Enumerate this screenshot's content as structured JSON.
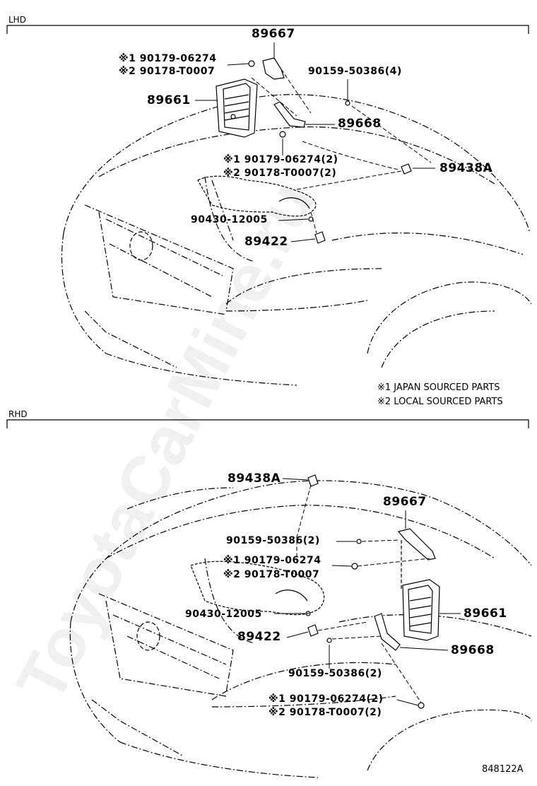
{
  "sections": {
    "lhd": "LHD",
    "rhd": "RHD"
  },
  "lhd_labels": {
    "p89667": "89667",
    "p89661": "89661",
    "p89668": "89668",
    "p89438a": "89438A",
    "p89422": "89422",
    "p90430": "90430-12005",
    "p90159": "90159-50386(4)",
    "top_j": "※1 90179-06274",
    "top_l": "※2 90178-T0007",
    "mid_j": "※1 90179-06274(2)",
    "mid_l": "※2 90178-T0007(2)"
  },
  "notes": {
    "japan": "※1 JAPAN SOURCED PARTS",
    "local": "※2 LOCAL SOURCED PARTS"
  },
  "rhd_labels": {
    "p89438a": "89438A",
    "p89667": "89667",
    "p89661": "89661",
    "p89668": "89668",
    "p89422": "89422",
    "p90430": "90430-12005",
    "p90159a": "90159-50386(2)",
    "p90159b": "90159-50386(2)",
    "mid_j": "※1 90179-06274",
    "mid_l": "※2 90178-T0007",
    "bot_j": "※1 90179-06274(2)",
    "bot_l": "※2 90178-T0007(2)"
  },
  "figure_id": "848122A",
  "watermark": "ToyotaCarMine.ru"
}
